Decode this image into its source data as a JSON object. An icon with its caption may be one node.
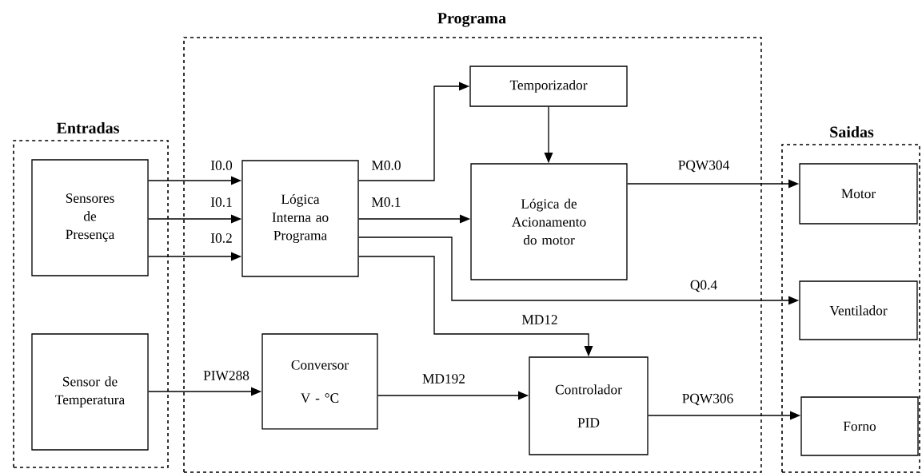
{
  "diagram": {
    "nodes": [
      {
        "text": [
          "Entradas"
        ]
      },
      {
        "text": [
          "Sensores de Presença"
        ],
        "in": 0
      },
      {
        "text": [
          "Sensor de Temperatura"
        ],
        "in": 0
      },
      {
        "text": [
          "Programa"
        ]
      },
      {
        "text": [
          "Lógica Interna ao Programa"
        ],
        "in": 3
      },
      {
        "text": [
          "Temporizador"
        ],
        "in": 3
      },
      {
        "text": [
          "Lógica de Acionamento do motor"
        ],
        "in": 3
      },
      {
        "text": [
          "Conversor",
          "V - °C"
        ],
        "in": 3
      },
      {
        "text": [
          "Controlador",
          "PID"
        ],
        "in": 3
      },
      {
        "text": [
          "Saidas"
        ]
      },
      {
        "text": [
          "Motor"
        ],
        "in": 9
      },
      {
        "text": [
          "Ventilador"
        ],
        "in": 9
      },
      {
        "text": [
          "Forno"
        ],
        "in": 9
      }
    ],
    "edges": [
      {
        "from": 1,
        "to": 4,
        "arrow": "to",
        "label": "I0.0"
      },
      {
        "from": 1,
        "to": 4,
        "arrow": "to",
        "label": "I0.1"
      },
      {
        "from": 1,
        "to": 4,
        "arrow": "to",
        "label": "I0.2"
      },
      {
        "from": 4,
        "to": 5,
        "arrow": "to",
        "label": "M0.0"
      },
      {
        "from": 4,
        "to": 6,
        "arrow": "to",
        "label": "M0.1"
      },
      {
        "from": 4,
        "to": 11,
        "arrow": "to",
        "label": "Q0.4"
      },
      {
        "from": 4,
        "to": 8,
        "arrow": "to",
        "label": "MD12"
      },
      {
        "from": 5,
        "to": 6,
        "arrow": "to"
      },
      {
        "from": 6,
        "to": 10,
        "arrow": "to",
        "label": "PQW304"
      },
      {
        "from": 2,
        "to": 7,
        "arrow": "to",
        "label": "PIW288"
      },
      {
        "from": 7,
        "to": 8,
        "arrow": "to",
        "label": "MD192"
      },
      {
        "from": 8,
        "to": 12,
        "arrow": "to",
        "label": "PQW306"
      }
    ]
  }
}
